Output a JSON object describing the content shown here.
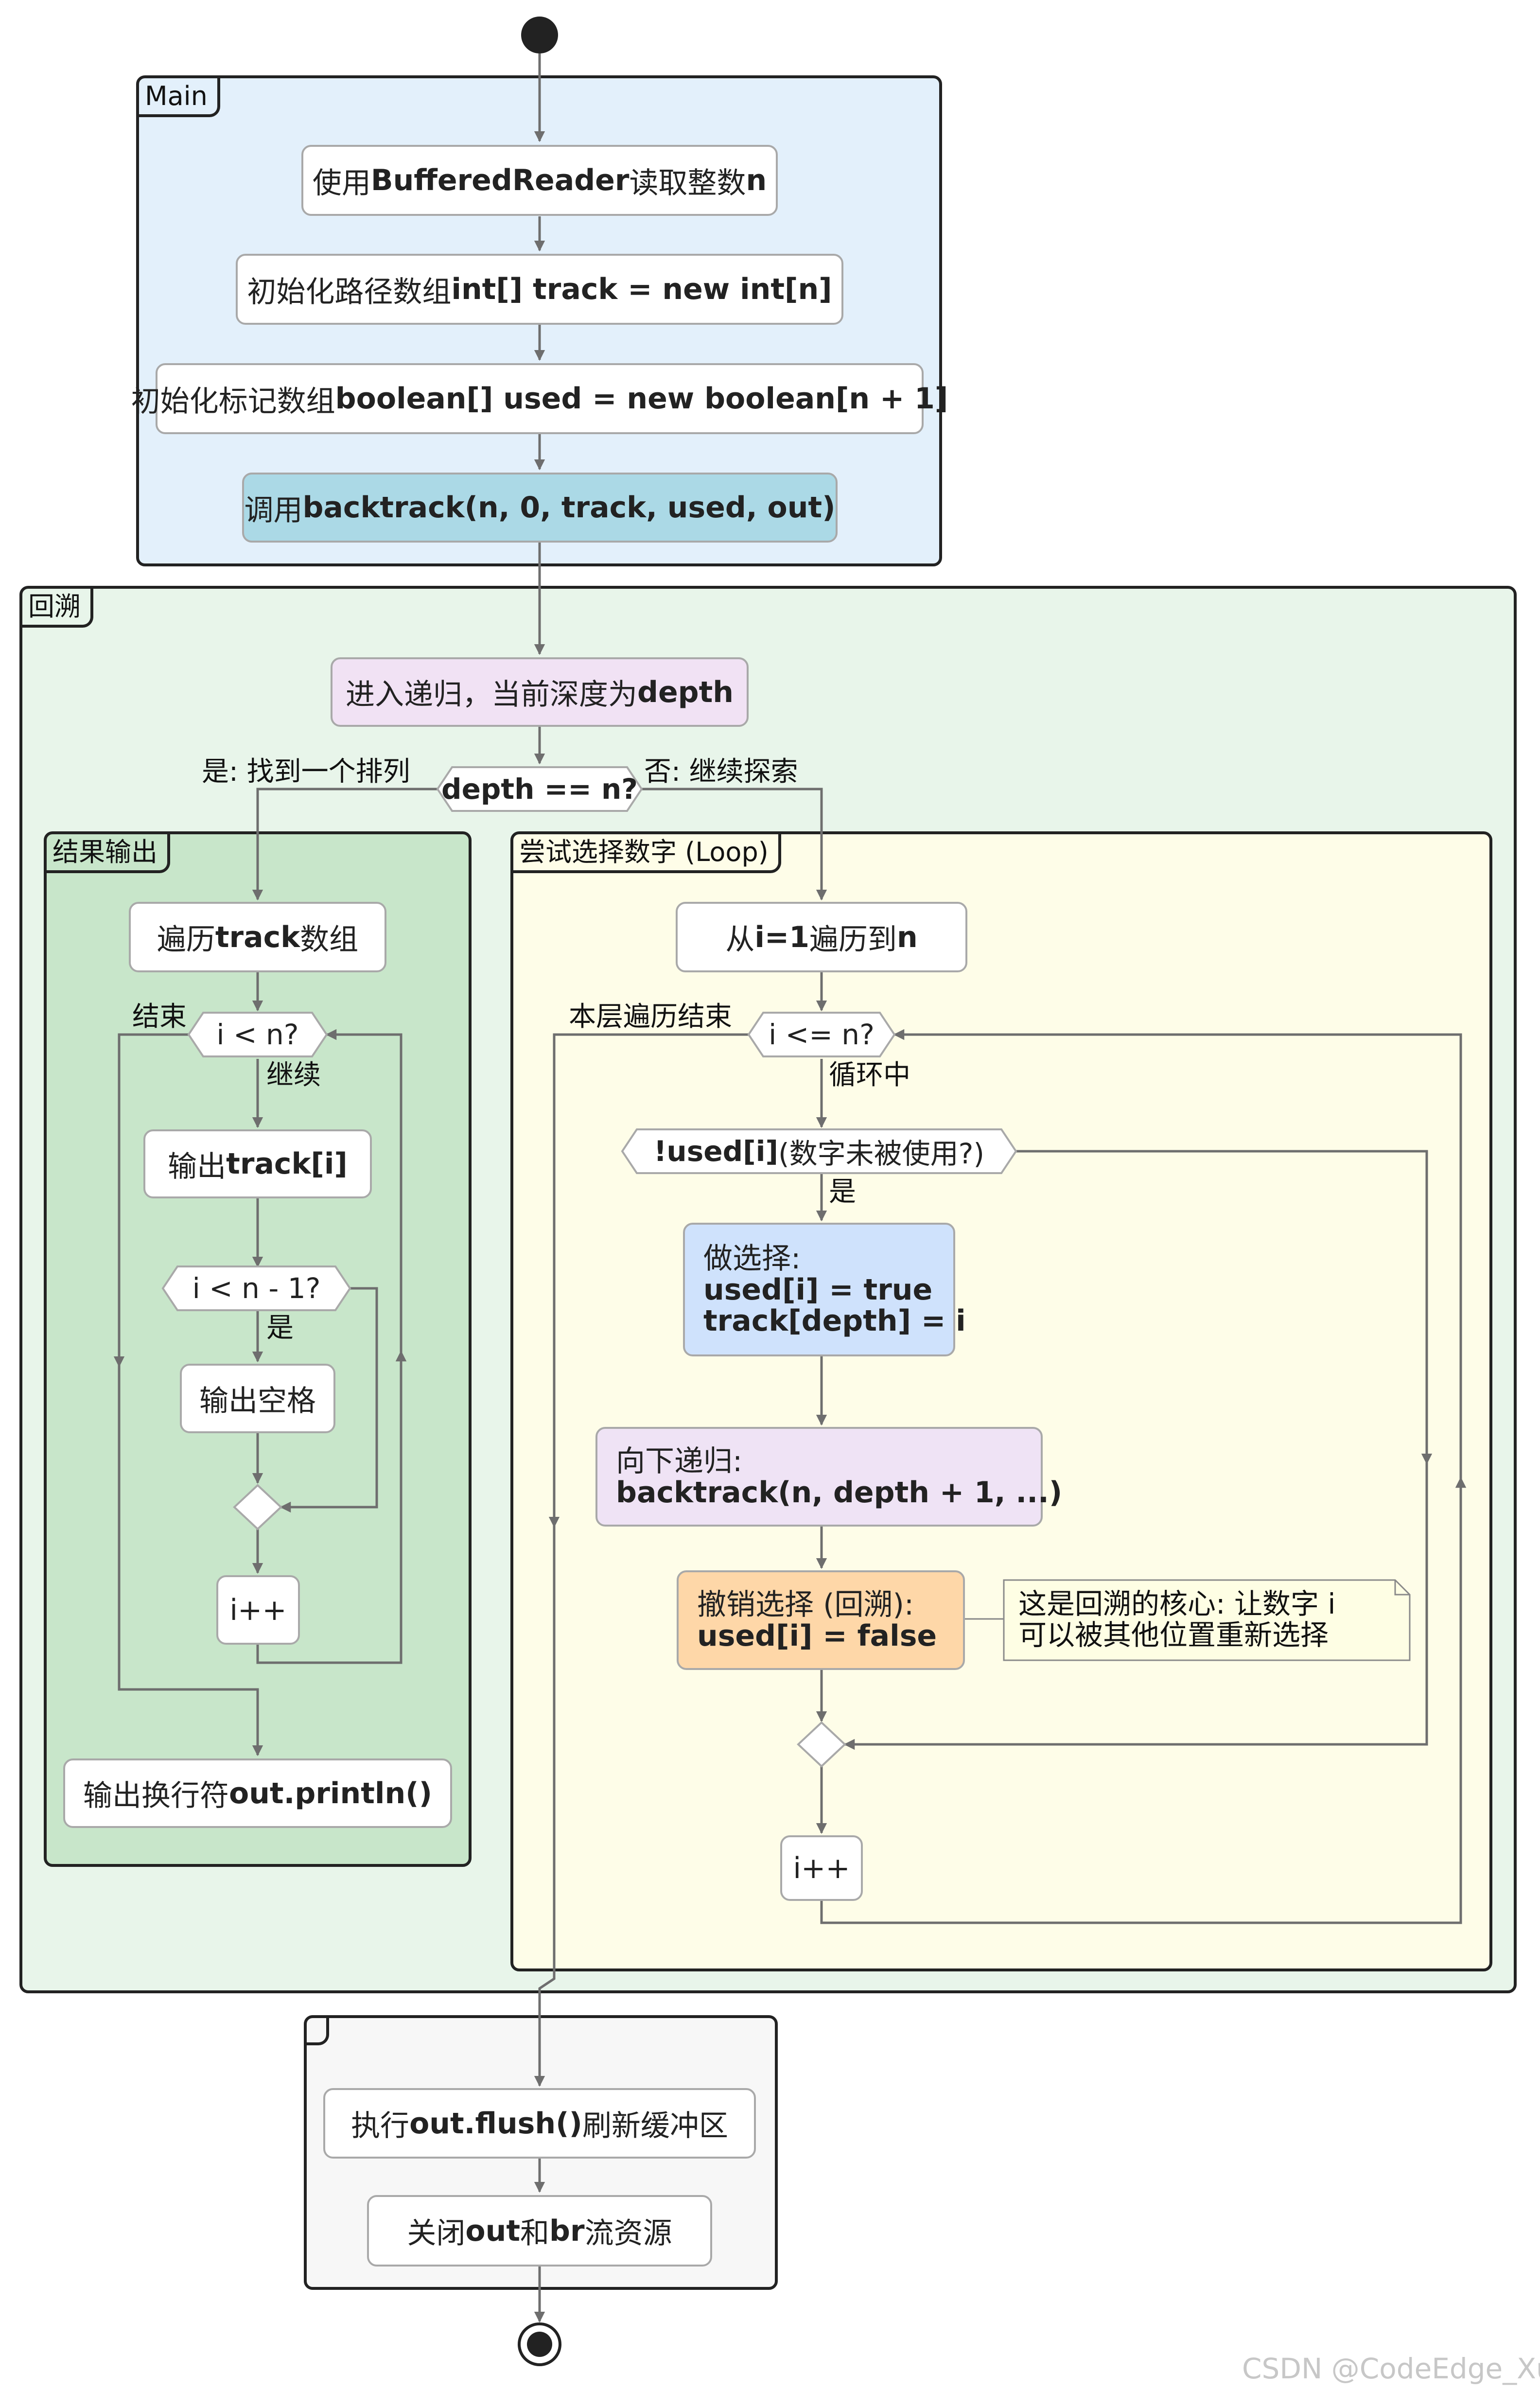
{
  "colors": {
    "main_bg": "#e3f0fb",
    "back_bg": "#e8f5ea",
    "result_bg": "#c8e6ca",
    "loop_bg": "#fefde8",
    "end_bg": "#f7f7f7",
    "call_box": "#abd9e6",
    "enter_box": "#f1e2f4",
    "choose_box": "#cfe2fc",
    "recurse_box": "#efe3f5",
    "undo_box": "#fed7a8",
    "note_bg": "#fefee4",
    "arrow": "#6e6e6e"
  },
  "main": {
    "title": "Main",
    "read_n": {
      "pre": "使用 ",
      "code": "BufferedReader",
      "post": " 读取整数 ",
      "var": "n"
    },
    "init_track": {
      "pre": "初始化路径数组 ",
      "code": "int[] track = new int[n]"
    },
    "init_used": {
      "pre": "初始化标记数组 ",
      "code": "boolean[] used = new boolean[n + 1]"
    },
    "call": {
      "pre": "调用 ",
      "code": "backtrack(n, 0, track, used, out)"
    }
  },
  "backtrack": {
    "title": "回溯",
    "enter": {
      "pre": "进入递归，当前深度为 ",
      "var": "depth"
    },
    "condition": "depth == n?",
    "yes_label": "是: 找到一个排列",
    "no_label": "否: 继续探索"
  },
  "result": {
    "title": "结果输出",
    "iterate": {
      "pre": "遍历 ",
      "code": "track",
      "post": " 数组"
    },
    "loop_cond": "i < n?",
    "exit_label": "结束",
    "continue_label": "继续",
    "print": {
      "pre": "输出 ",
      "code": "track[i]"
    },
    "space_cond": "i < n - 1?",
    "space_yes": "是",
    "print_space": "输出空格",
    "inc": "i++",
    "newline": {
      "pre": "输出换行符 ",
      "code": "out.println()"
    }
  },
  "loop": {
    "title": "尝试选择数字 (Loop)",
    "from": {
      "pre": "从 ",
      "var_i": "i",
      "mid": " = ",
      "one": "1",
      "to": " 遍历到 ",
      "var_n": "n"
    },
    "loop_cond": "i <= n?",
    "exit_label": "本层遍历结束",
    "in_label": "循环中",
    "used_cond": {
      "code": "!used[i]",
      "post": " (数字未被使用?)"
    },
    "used_yes": "是",
    "choose": {
      "title": "做选择:",
      "line1": "used[i] = true",
      "line2": "track[depth] = i"
    },
    "recurse": {
      "title": "向下递归:",
      "line1": "backtrack(n, depth + 1, ...)"
    },
    "undo": {
      "title": "撤销选择 (回溯):",
      "line1": "used[i] = false"
    },
    "note": {
      "line1": "这是回溯的核心: 让数字 i",
      "line2": "可以被其他位置重新选择"
    },
    "inc": "i++"
  },
  "finish": {
    "flush": {
      "pre": "执行 ",
      "code": "out.flush()",
      "post": " 刷新缓冲区"
    },
    "close": {
      "pre": "关闭 ",
      "v1": "out",
      "mid": " 和 ",
      "v2": "br",
      "post": " 流资源"
    }
  },
  "watermark": "CSDN @CodeEdge_Xu"
}
